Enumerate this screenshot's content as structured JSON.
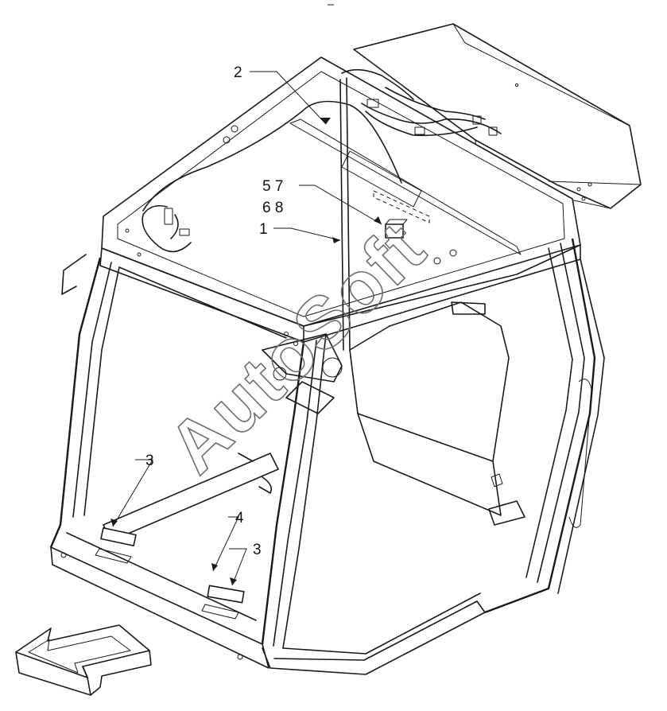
{
  "diagram": {
    "callouts": [
      {
        "id": "c2",
        "label": "2"
      },
      {
        "id": "c57",
        "label": "5 7"
      },
      {
        "id": "c68",
        "label": "6 8"
      },
      {
        "id": "c1",
        "label": "1"
      },
      {
        "id": "c3a",
        "label": "3"
      },
      {
        "id": "c4",
        "label": "4"
      },
      {
        "id": "c3b",
        "label": "3"
      }
    ],
    "watermark": "AutoSoft",
    "direction_arrow": "front-direction-arrow"
  }
}
